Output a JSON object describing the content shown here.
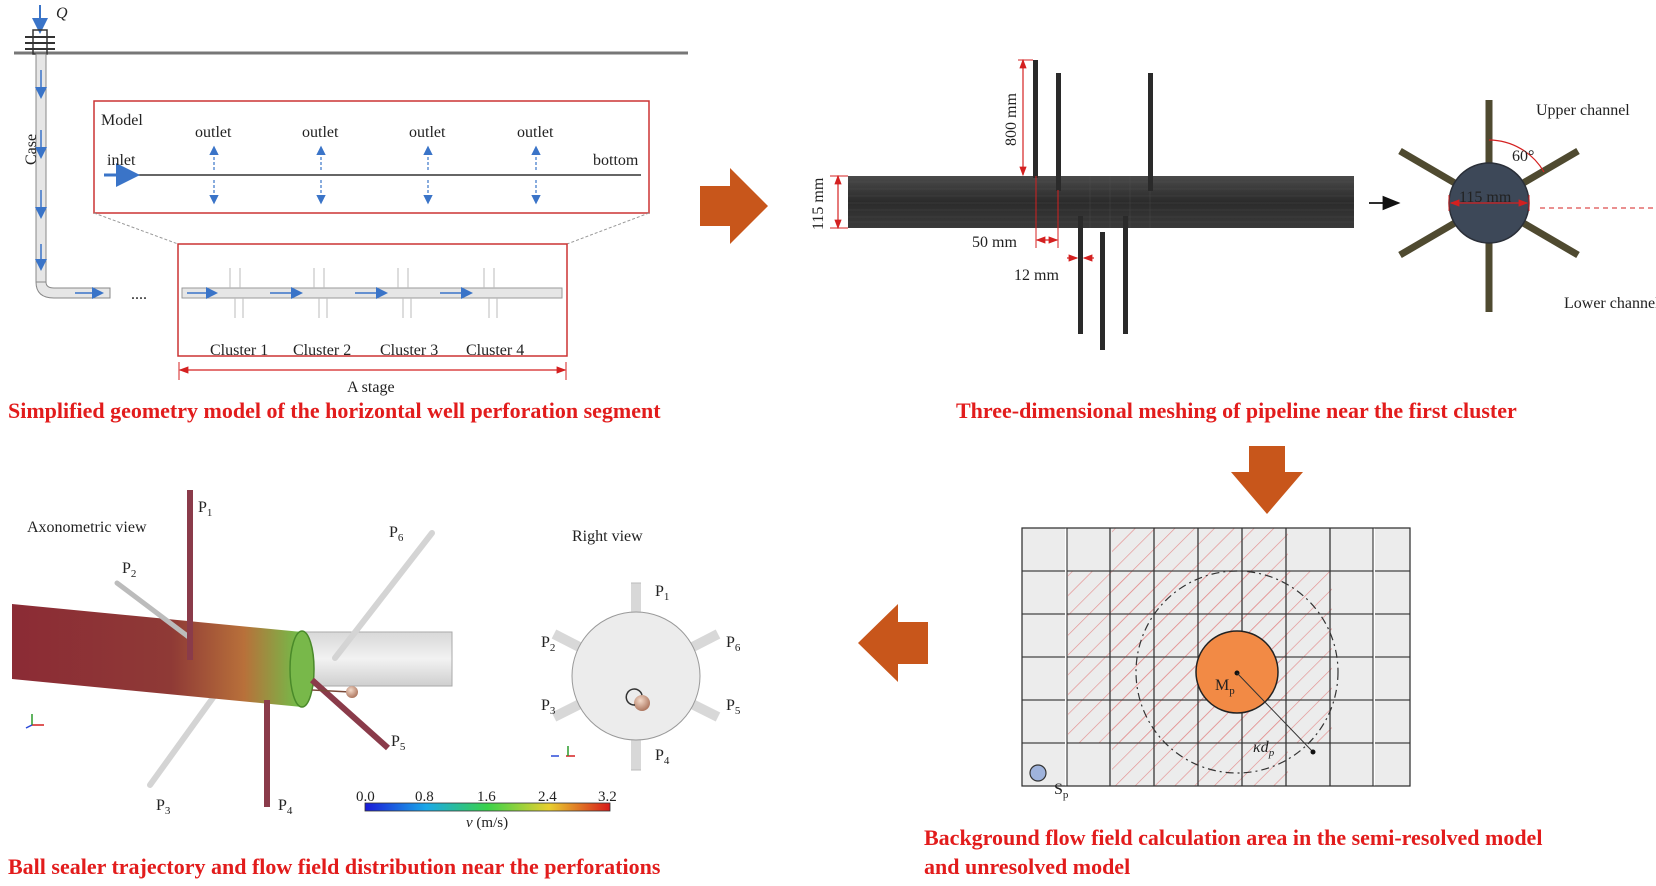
{
  "colors": {
    "caption_red": "#e21c1c",
    "arrow_orange": "#c8561b",
    "dim_red": "#d42020",
    "flow_blue": "#3a74c8",
    "hatch_red": "#e38f8f",
    "particle_orange": "#f28a45"
  },
  "panel_geometry": {
    "flow_label": "Q",
    "case_label": "Case",
    "model_label": "Model",
    "inlet_label": "inlet",
    "bottom_label": "bottom",
    "outlet_labels": [
      "outlet",
      "outlet",
      "outlet",
      "outlet"
    ],
    "ellipsis": "....",
    "cluster_labels": [
      "Cluster 1",
      "Cluster 2",
      "Cluster 3",
      "Cluster 4"
    ],
    "stage_label": "A stage",
    "caption": "Simplified geometry model of the horizontal well perforation segment"
  },
  "panel_mesh": {
    "dim_length": "800 mm",
    "dim_diameter": "115 mm",
    "dim_spacing": "50 mm",
    "dim_width": "12 mm",
    "cross_diameter": "115 mm",
    "angle_label": "60°",
    "upper_channel": "Upper channel",
    "lower_channel": "Lower channel",
    "caption": "Three-dimensional meshing of pipeline near the first cluster"
  },
  "panel_background": {
    "particle_label": "M",
    "particle_sub": "p",
    "small_particle_label": "S",
    "small_particle_sub": "p",
    "radius_label": "κd",
    "radius_sub": "p",
    "caption_line1": "Background flow field calculation area in the semi-resolved model",
    "caption_line2": "and unresolved model"
  },
  "panel_trajectory": {
    "axonometric_label": "Axonometric view",
    "right_view_label": "Right view",
    "perforation_letter": "P",
    "perforations": [
      "1",
      "2",
      "3",
      "4",
      "5",
      "6"
    ],
    "colorbar_ticks": [
      "0.0",
      "0.8",
      "1.6",
      "2.4",
      "3.2"
    ],
    "colorbar_unit_var": "v",
    "colorbar_unit": " (m/s)",
    "caption": "Ball sealer trajectory and flow field distribution near the perforations"
  }
}
